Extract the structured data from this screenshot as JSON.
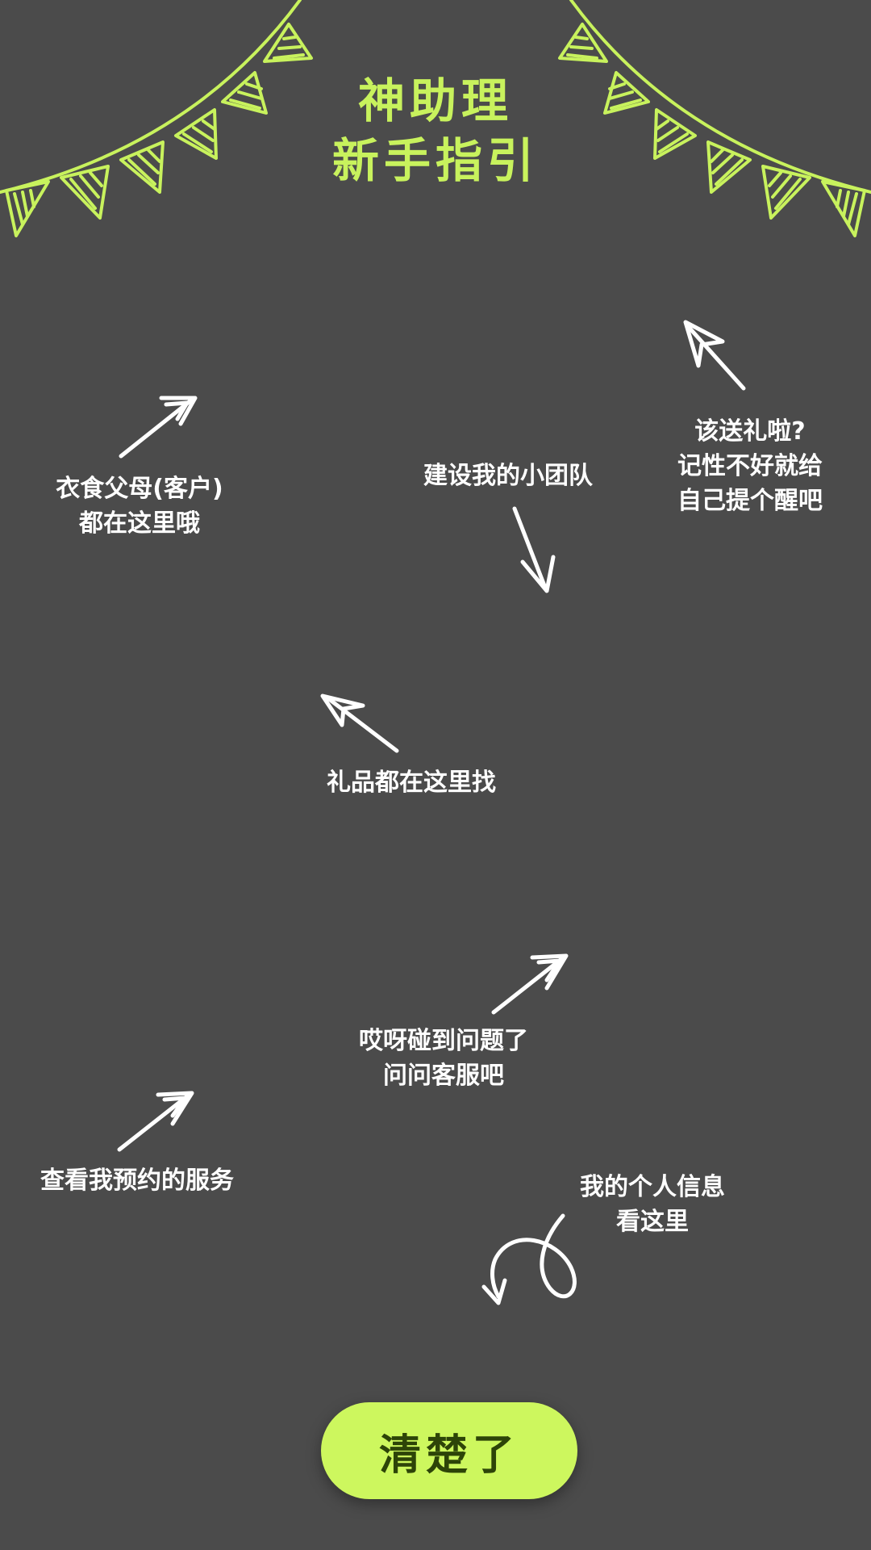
{
  "header": {
    "title_line1": "神助理",
    "title_line2": "新手指引"
  },
  "hints": {
    "customers": [
      "衣食父母(客户)",
      "都在这里哦"
    ],
    "team": "建设我的小团队",
    "reminder": [
      "该送礼啦?",
      "记性不好就给",
      "自己提个醒吧"
    ],
    "gifts": "礼品都在这里找",
    "support": [
      "哎呀碰到问题了",
      "问问客服吧"
    ],
    "reservations": "查看我预约的服务",
    "profile": [
      "我的个人信息",
      "看这里"
    ]
  },
  "confirm_button": {
    "label": "清楚了"
  },
  "colors": {
    "background": "#4b4b4b",
    "accent": "#c8f25d",
    "button_bg": "#cdf75e",
    "button_text": "#2d4408",
    "hint_text": "#ffffff"
  },
  "icons": {
    "bunting_left": "bunting-flags-icon",
    "bunting_right": "bunting-flags-icon",
    "arrows": "hand-drawn-arrow-icon"
  }
}
